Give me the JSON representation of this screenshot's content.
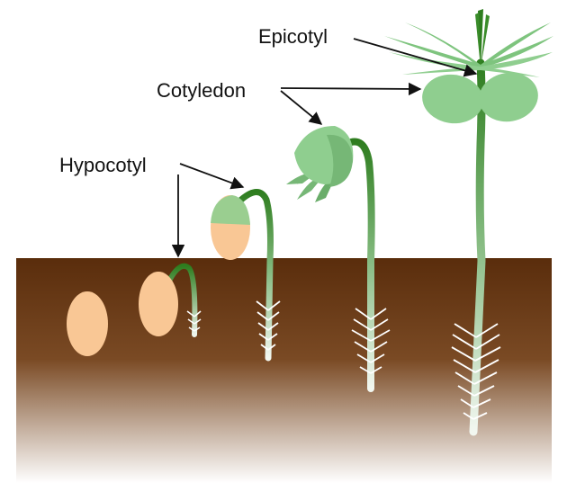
{
  "labels": {
    "epicotyl": "Epicotyl",
    "cotyledon": "Cotyledon",
    "hypocotyl": "Hypocotyl"
  },
  "colors": {
    "soil_top": "#5a2d0c",
    "soil_bottom": "#ffffff",
    "seed": "#f9c795",
    "stem_dark": "#2e7d1f",
    "leaf": "#8fce8f",
    "root": "#ffffff"
  },
  "stages": [
    "seed",
    "hypocotyl-emerging",
    "hook-above-soil",
    "cotyledons-opening",
    "seedling-with-epicotyl"
  ]
}
